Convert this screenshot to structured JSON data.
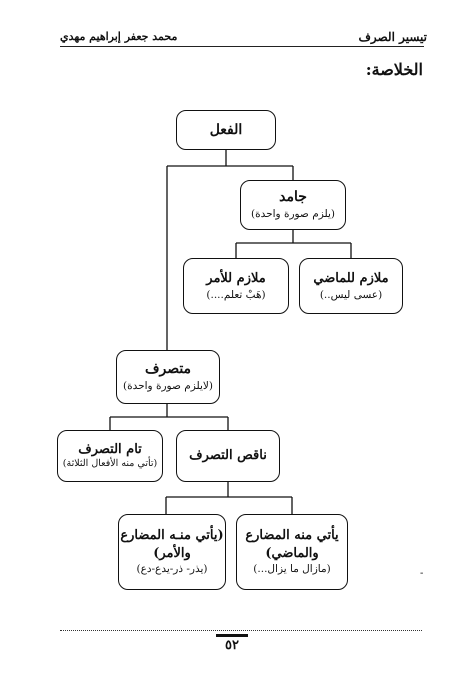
{
  "header": {
    "title": "تيسير الصرف",
    "author": "محمد جعفر إبراهيم مهدي"
  },
  "section_heading": "الخلاصة:",
  "diagram": {
    "root": {
      "label": "الفعل"
    },
    "jamid": {
      "label": "جامد",
      "note": "(يلزم صورة واحدة)"
    },
    "mulazim_madi": {
      "label": "ملازم للماضي",
      "note": "(عسى ليس..)"
    },
    "mulazim_amr": {
      "label": "ملازم للأمر",
      "note": "(هَبْ تعلم....)"
    },
    "mutasarrif": {
      "label": "متصرف",
      "note": "(لايلزم صورة واحدة)"
    },
    "naqis": {
      "label": "ناقص التصرف"
    },
    "tam": {
      "label": "تام التصرف",
      "note": "(تأتي منه الأفعال الثلاثة)"
    },
    "naqis_mudari_madi": {
      "label_1": "يأتي منه المضارع",
      "label_2": "والماضي)",
      "note": "(مازال ما يزال...)"
    },
    "naqis_mudari_amr": {
      "label_1": "(يأتي منـه المضارع",
      "label_2": "والأمر)",
      "note": "(يذر- ذر-يدع-دع)"
    }
  },
  "footer": {
    "page_number": "٥٢"
  }
}
